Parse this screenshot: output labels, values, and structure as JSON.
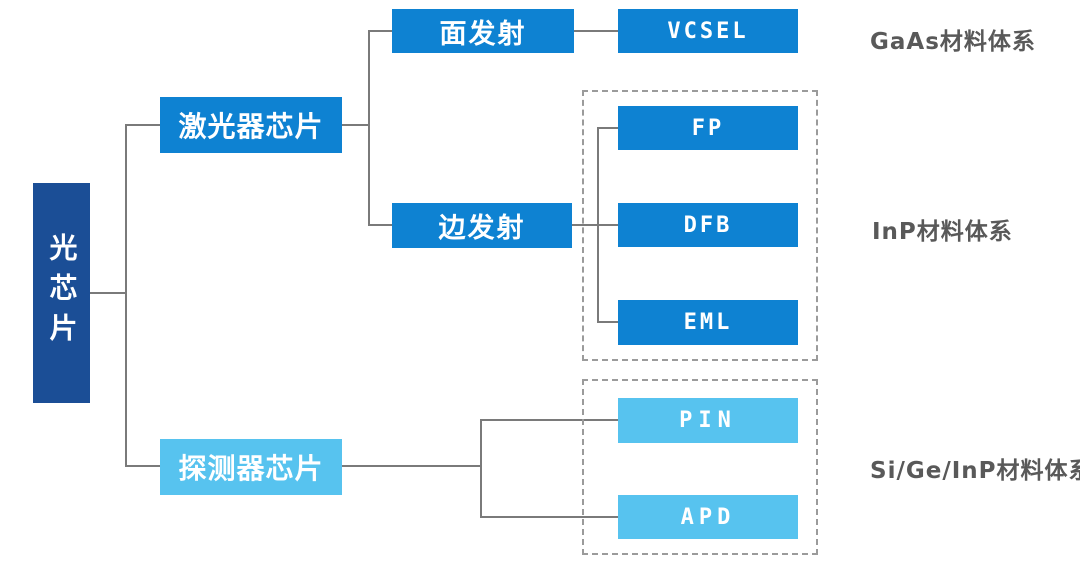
{
  "nodes": {
    "root": {
      "label": "光芯片"
    },
    "laser": {
      "label": "激光器芯片"
    },
    "detector": {
      "label": "探测器芯片"
    },
    "surface": {
      "label": "面发射"
    },
    "edge": {
      "label": "边发射"
    },
    "vcsel": {
      "label": "VCSEL"
    },
    "fp": {
      "label": "FP"
    },
    "dfb": {
      "label": "DFB"
    },
    "eml": {
      "label": "EML"
    },
    "pin": {
      "label": "PIN"
    },
    "apd": {
      "label": "APD"
    }
  },
  "material_labels": {
    "gaas": "GaAs材料体系",
    "inp": "InP材料体系",
    "sigeinp": "Si/Ge/InP材料体系"
  },
  "colors": {
    "root_blue": "#1b4e96",
    "primary_blue": "#0e82d2",
    "light_blue": "#57c3ef",
    "connector_gray": "#7a7a7a",
    "group_border_gray": "#9b9b9b",
    "label_gray": "#595959",
    "background": "#ffffff",
    "node_text": "#ffffff"
  }
}
